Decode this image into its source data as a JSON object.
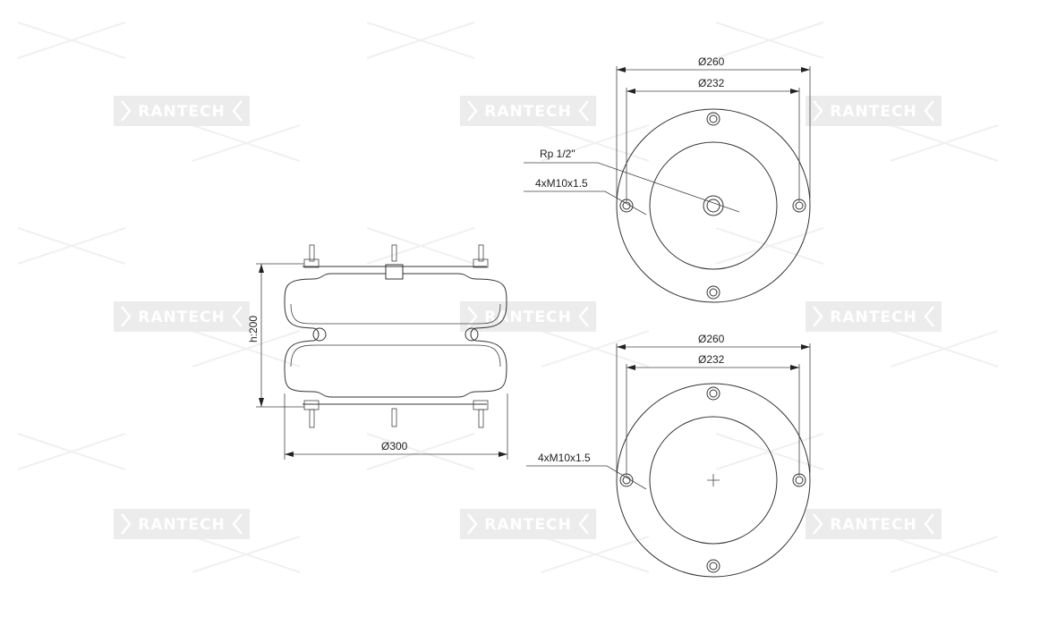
{
  "watermark": {
    "text": "RANTECH"
  },
  "side_view": {
    "height_label": "h:200",
    "diameter_label": "Ø300"
  },
  "top_view": {
    "outer_diameter": "Ø260",
    "bolt_circle": "Ø232",
    "port_label": "Rp 1/2\"",
    "bolt_label": "4xM10x1.5"
  },
  "bottom_view": {
    "outer_diameter": "Ø260",
    "bolt_circle": "Ø232",
    "bolt_label": "4xM10x1.5"
  }
}
